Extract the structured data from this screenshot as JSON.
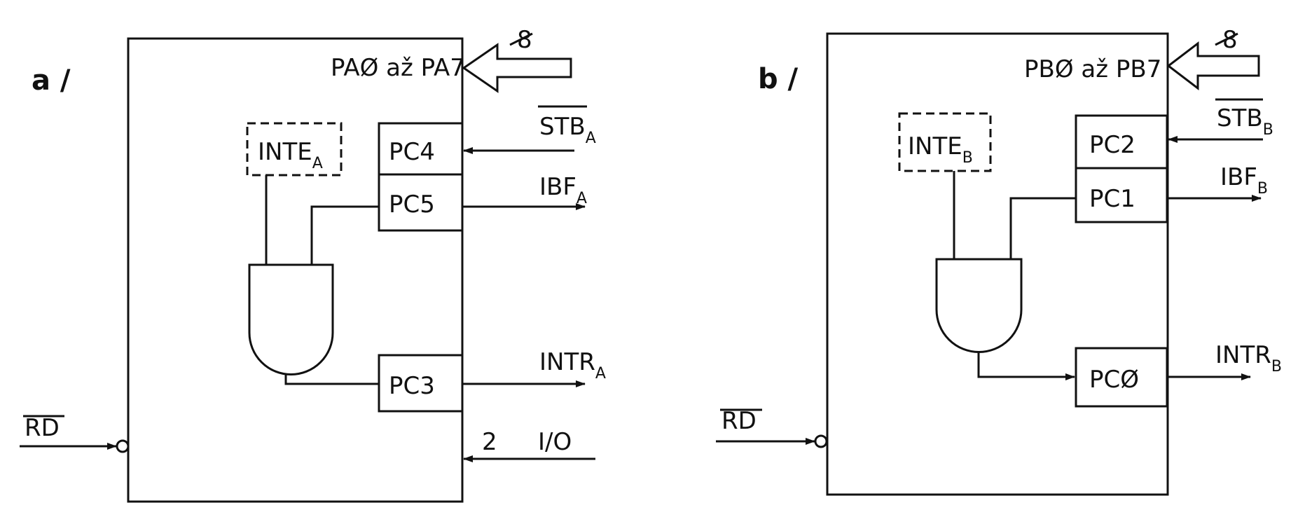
{
  "panel_a": {
    "label": "a /",
    "bus_input": "PAØ až PA7",
    "bus_width": "8",
    "inte": {
      "main": "INTE",
      "sub": "A"
    },
    "port_pins": [
      "PC4",
      "PC5",
      "PC3"
    ],
    "signals": {
      "stb": {
        "main": "STB",
        "sub": "A"
      },
      "ibf": {
        "main": "IBF",
        "sub": "A"
      },
      "intr": {
        "main": "INTR",
        "sub": "A"
      },
      "io": "I/O",
      "io_width": "2",
      "rd": "RD"
    }
  },
  "panel_b": {
    "label": "b /",
    "bus_input": "PBØ až PB7",
    "bus_width": "8",
    "inte": {
      "main": "INTE",
      "sub": "B"
    },
    "port_pins": [
      "PC2",
      "PC1",
      "PCØ"
    ],
    "signals": {
      "stb": {
        "main": "STB",
        "sub": "B"
      },
      "ibf": {
        "main": "IBF",
        "sub": "B"
      },
      "intr": {
        "main": "INTR",
        "sub": "B"
      },
      "rd": "RD"
    }
  }
}
